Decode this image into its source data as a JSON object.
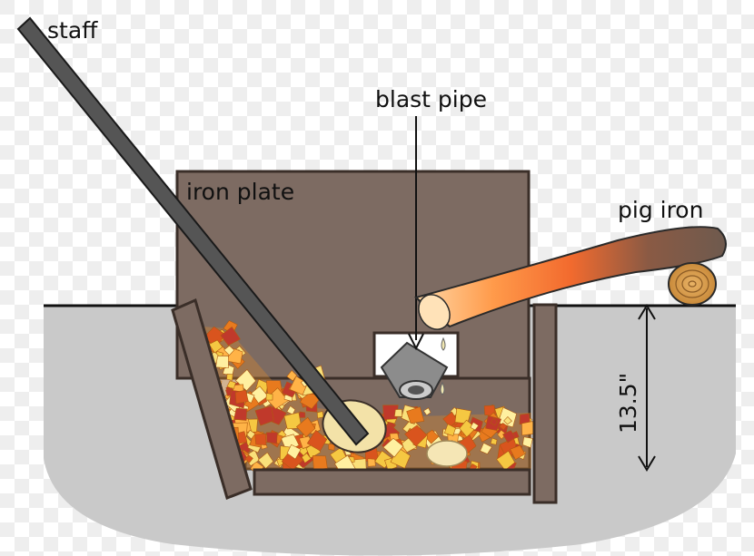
{
  "labels": {
    "staff": "staff",
    "blast_pipe": "blast pipe",
    "iron_plate": "iron plate",
    "pig_iron": "pig iron",
    "depth": "13.5\""
  },
  "colors": {
    "checker_light": "#ffffff",
    "checker_dark": "#eeeeee",
    "ground": "#c9c9c9",
    "plate": "#7d6b62",
    "plate_outline": "#3a2e28",
    "staff": "#555555",
    "pig_iron_cool": "#6e5a4e",
    "pig_iron_hot": "#ff8a3d",
    "log": "#c98a3a",
    "fuel_orange": "#e87a1e",
    "fuel_yellow": "#f5c842",
    "fuel_red": "#c0392b",
    "bloom": "#f3e2a8"
  },
  "icons": {
    "log_end": "tree-rings-icon",
    "double_arrow": "double-headed-arrow-icon"
  }
}
